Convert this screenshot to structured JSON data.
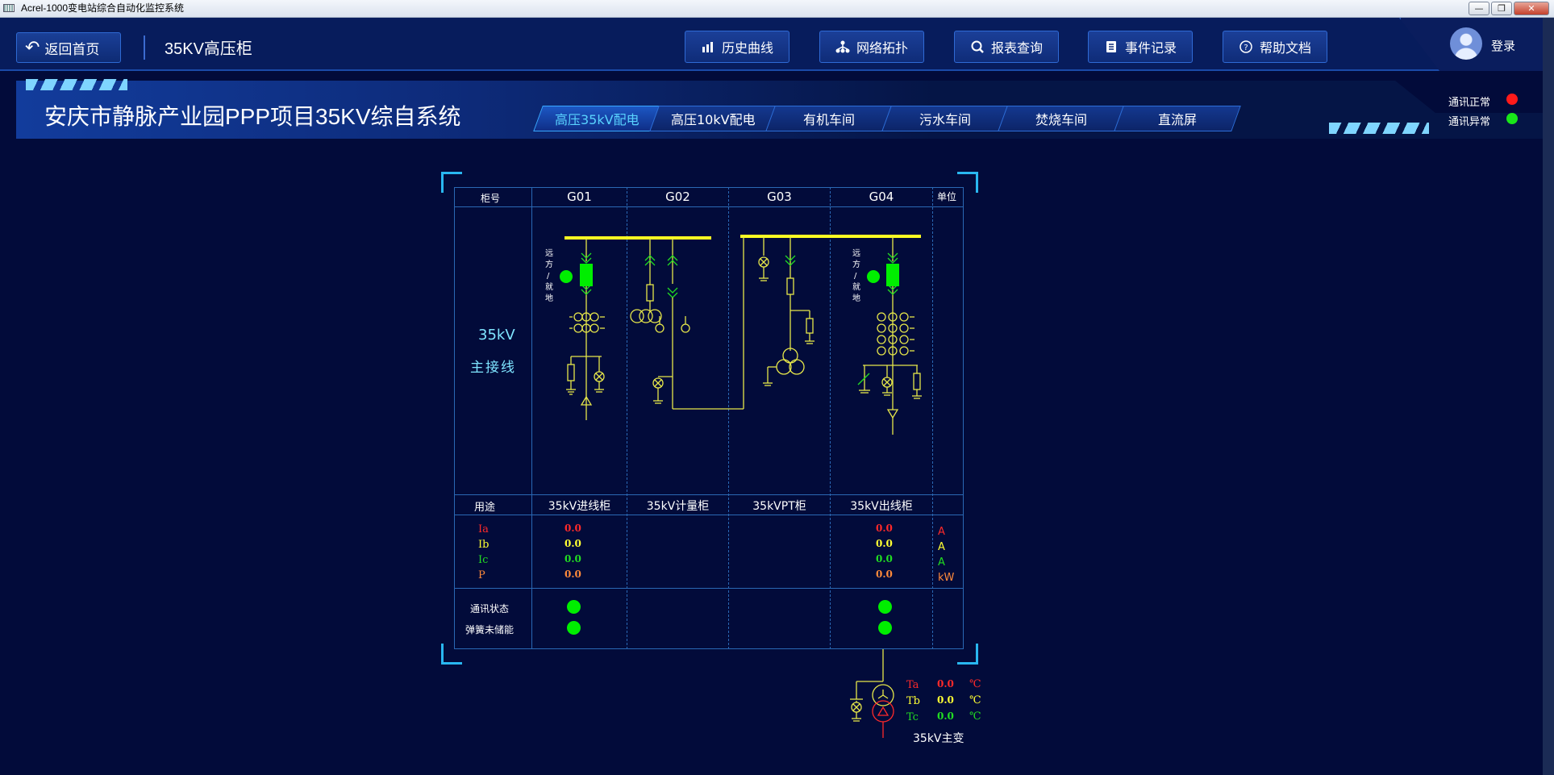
{
  "window": {
    "title": "Acrel-1000变电站综合自动化监控系统",
    "min": "—",
    "max": "❐",
    "close": "✕"
  },
  "topbar": {
    "back_label": "返回首页",
    "page_title": "35KV高压柜",
    "nav": [
      {
        "label": "历史曲线",
        "icon": "chart-icon"
      },
      {
        "label": "网络拓扑",
        "icon": "network-icon"
      },
      {
        "label": "报表查询",
        "icon": "search-report-icon"
      },
      {
        "label": "事件记录",
        "icon": "event-log-icon"
      },
      {
        "label": "帮助文档",
        "icon": "help-icon"
      }
    ],
    "login": "登录"
  },
  "banner": {
    "system_title": "安庆市静脉产业园PPP项目35KV综自系统",
    "tabs": [
      "高压35kV配电",
      "高压10kV配电",
      "有机车间",
      "污水车间",
      "焚烧车间",
      "直流屏"
    ],
    "active_tab": 0,
    "legend": [
      {
        "label": "通讯正常",
        "color": "#ff1a1a"
      },
      {
        "label": "通讯异常",
        "color": "#19e619"
      }
    ]
  },
  "table": {
    "col_header": "柜号",
    "cabinets": [
      "G01",
      "G02",
      "G03",
      "G04"
    ],
    "unit_header": "单位",
    "row_title_1": "35kV",
    "row_title_2": "主接线",
    "local_remote": [
      "远",
      "方",
      "/",
      "就",
      "地"
    ],
    "usage_header": "用途",
    "usages": [
      "35kV进线柜",
      "35kV计量柜",
      "35kVPT柜",
      "35kV出线柜"
    ],
    "measure_labels": [
      "Ia",
      "Ib",
      "Ic",
      "P"
    ],
    "measure_colors": [
      "#ff2a2a",
      "#ffff33",
      "#22dd22",
      "#ff8a3a"
    ],
    "g01_values": [
      "0.0",
      "0.0",
      "0.0",
      "0.0"
    ],
    "g04_values": [
      "0.0",
      "0.0",
      "0.0",
      "0.0"
    ],
    "units": [
      "A",
      "A",
      "A",
      "kW"
    ],
    "status_labels": [
      "通讯状态",
      "弹簧未储能"
    ]
  },
  "transformer": {
    "temp_labels": [
      "Ta",
      "Tb",
      "Tc"
    ],
    "temp_values": [
      "0.0",
      "0.0",
      "0.0"
    ],
    "temp_unit": "℃",
    "name": "35kV主变"
  }
}
